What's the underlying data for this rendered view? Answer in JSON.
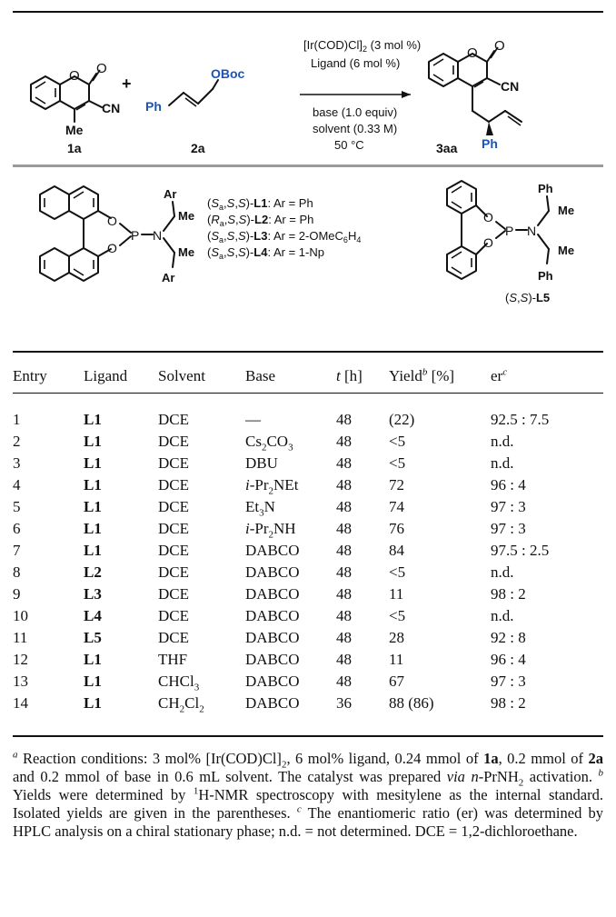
{
  "scheme": {
    "compounds": {
      "coumarin_label": "1a",
      "coumarin_cn": "CN",
      "coumarin_me": "Me",
      "coumarin_o1": "O",
      "coumarin_o2": "O",
      "plus": "+",
      "allyl_label": "2a",
      "allyl_ph": "Ph",
      "allyl_oboc": "OBoc",
      "product_label": "3aa",
      "product_cn": "CN",
      "product_ph": "Ph",
      "product_o1": "O",
      "product_o2": "O"
    },
    "conditions": {
      "above_1": "[Ir(COD)Cl]",
      "above_1_sub": "2",
      "above_1_tail": " (3 mol %)",
      "above_2": "Ligand (6 mol %)",
      "below_1": "base (1.0 equiv)",
      "below_2": "solvent (0.33 M)",
      "below_3": "50 °C"
    },
    "ligands": {
      "l1": {
        "pre": "(",
        "s1": "S",
        "s1sub": "a",
        "mid": ",",
        "s2": "S",
        "c2": ",",
        "s3": "S",
        "post": ")-",
        "name": "L1",
        "tail": ": Ar = Ph"
      },
      "l2": {
        "pre": "(",
        "s1": "R",
        "s1sub": "a",
        "mid": ",",
        "s2": "S",
        "c2": ",",
        "s3": "S",
        "post": ")-",
        "name": "L2",
        "tail": ": Ar = Ph"
      },
      "l3": {
        "pre": "(",
        "s1": "S",
        "s1sub": "a",
        "mid": ",",
        "s2": "S",
        "c2": ",",
        "s3": "S",
        "post": ")-",
        "name": "L3",
        "tail": ": Ar = 2-OMeC",
        "tail_sub": "6",
        "tail_end": "H",
        "tail_sub2": "4"
      },
      "l4": {
        "pre": "(",
        "s1": "S",
        "s1sub": "a",
        "mid": ",",
        "s2": "S",
        "c2": ",",
        "s3": "S",
        "post": ")-",
        "name": "L4",
        "tail": ": Ar = 1-Np"
      },
      "l5": {
        "pre": "(",
        "s1": "S",
        "mid": ",",
        "s2": "S",
        "post": ")-",
        "name": "L5"
      },
      "binol_ar_top": "Ar",
      "binol_ar_bottom": "Ar",
      "binol_me_top": "Me",
      "binol_me_bottom": "Me",
      "binol_o_top": "O",
      "binol_o_bottom": "O",
      "binol_p": "P",
      "binol_n": "N",
      "biph_ph_top": "Ph",
      "biph_ph_bottom": "Ph",
      "biph_me_top": "Me",
      "biph_me_bottom": "Me",
      "biph_o_top": "O",
      "biph_o_bottom": "O",
      "biph_p": "P",
      "biph_n": "N"
    }
  },
  "table": {
    "headers": {
      "entry": "Entry",
      "ligand": "Ligand",
      "solvent": "Solvent",
      "base": "Base",
      "t_var": "t",
      "t_unit": " [h]",
      "yield": "Yield",
      "yield_sup": "b",
      "yield_unit": " [%]",
      "er": "er",
      "er_sup": "c"
    },
    "rows": [
      {
        "entry": "1",
        "ligand": "L1",
        "solvent": "DCE",
        "base": "—",
        "t": "48",
        "yield": "(22)",
        "er": "92.5 : 7.5"
      },
      {
        "entry": "2",
        "ligand": "L1",
        "solvent": "DCE",
        "base": "Cs2CO3",
        "t": "48",
        "yield": "<5",
        "er": "n.d."
      },
      {
        "entry": "3",
        "ligand": "L1",
        "solvent": "DCE",
        "base": "DBU",
        "t": "48",
        "yield": "<5",
        "er": "n.d."
      },
      {
        "entry": "4",
        "ligand": "L1",
        "solvent": "DCE",
        "base": "i-Pr2NEt",
        "t": "48",
        "yield": "72",
        "er": "96 : 4"
      },
      {
        "entry": "5",
        "ligand": "L1",
        "solvent": "DCE",
        "base": "Et3N",
        "t": "48",
        "yield": "74",
        "er": "97 : 3"
      },
      {
        "entry": "6",
        "ligand": "L1",
        "solvent": "DCE",
        "base": "i-Pr2NH",
        "t": "48",
        "yield": "76",
        "er": "97 : 3"
      },
      {
        "entry": "7",
        "ligand": "L1",
        "solvent": "DCE",
        "base": "DABCO",
        "t": "48",
        "yield": "84",
        "er": "97.5 : 2.5"
      },
      {
        "entry": "8",
        "ligand": "L2",
        "solvent": "DCE",
        "base": "DABCO",
        "t": "48",
        "yield": "<5",
        "er": "n.d."
      },
      {
        "entry": "9",
        "ligand": "L3",
        "solvent": "DCE",
        "base": "DABCO",
        "t": "48",
        "yield": "11",
        "er": "98 : 2"
      },
      {
        "entry": "10",
        "ligand": "L4",
        "solvent": "DCE",
        "base": "DABCO",
        "t": "48",
        "yield": "<5",
        "er": "n.d."
      },
      {
        "entry": "11",
        "ligand": "L5",
        "solvent": "DCE",
        "base": "DABCO",
        "t": "48",
        "yield": "28",
        "er": "92 : 8"
      },
      {
        "entry": "12",
        "ligand": "L1",
        "solvent": "THF",
        "base": "DABCO",
        "t": "48",
        "yield": "11",
        "er": "96 : 4"
      },
      {
        "entry": "13",
        "ligand": "L1",
        "solvent": "CHCl3",
        "base": "DABCO",
        "t": "48",
        "yield": "67",
        "er": "97 : 3"
      },
      {
        "entry": "14",
        "ligand": "L1",
        "solvent": "CH2Cl2",
        "base": "DABCO",
        "t": "36",
        "yield": "88 (86)",
        "er": "98 : 2"
      }
    ]
  },
  "footnote": {
    "a_mark": "a",
    "a_1": " Reaction conditions: 3 mol% [Ir(COD)Cl]",
    "a_1_sub": "2",
    "a_2": ", 6 mol% ligand, 0.24 mmol of ",
    "a_1a": "1a",
    "a_3": ", 0.2 mmol of ",
    "a_2a": "2a",
    "a_4": " and 0.2 mmol of base in 0.6 mL solvent. The catalyst was prepared ",
    "a_via": "via",
    "a_space": " ",
    "a_npr": "n",
    "a_5": "-PrNH",
    "a_5_sub": "2",
    "a_6": " activation.",
    "b_mark": "b",
    "b_1": " Yields were determined by ",
    "b_sup1": "1",
    "b_2": "H-NMR spectroscopy with mesitylene as the internal standard. Isolated yields are given in the parentheses.",
    "c_mark": "c",
    "c_1": " The enantiomeric ratio (er) was determined by HPLC analysis on a chiral stationary phase; n.d. = not determined. DCE = 1,2-dichloroethane."
  }
}
